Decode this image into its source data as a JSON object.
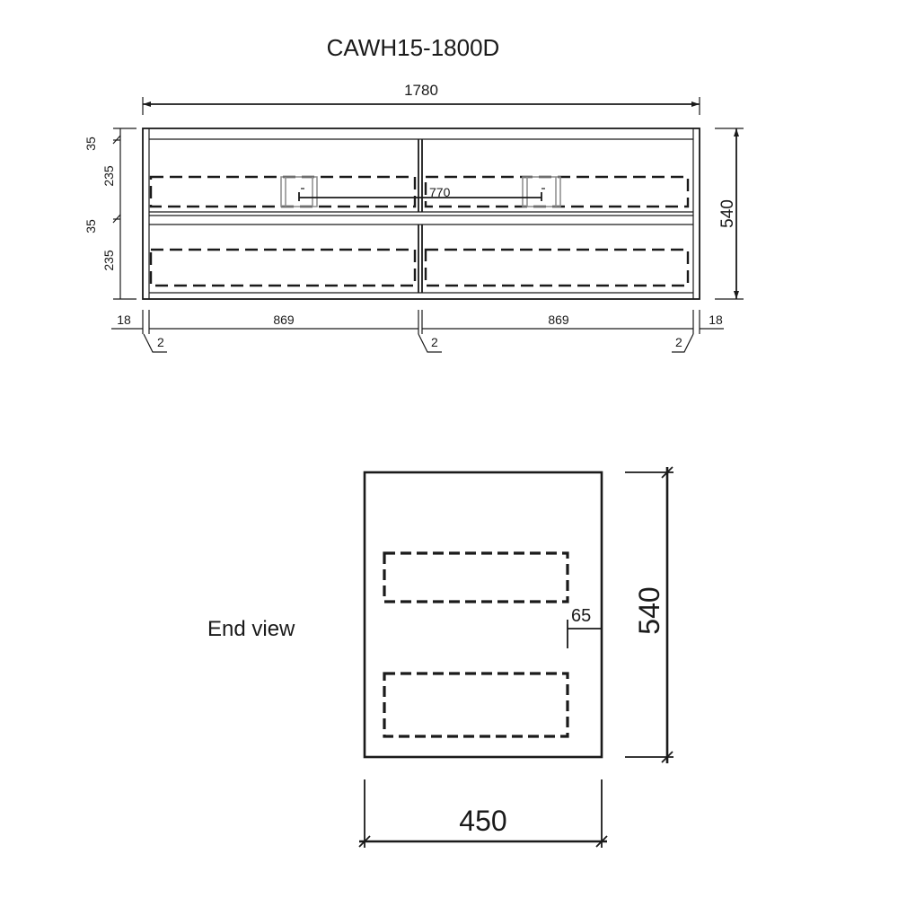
{
  "title": "CAWH15-1800D",
  "front_view": {
    "overall_width": "1780",
    "overall_height": "540",
    "top_rail_1": "35",
    "drawer_height_1": "235",
    "top_rail_2": "35",
    "drawer_height_2": "235",
    "side_left": "18",
    "side_right": "18",
    "drawer_width_left": "869",
    "drawer_width_right": "869",
    "gap_left": "2",
    "gap_center": "2",
    "gap_right": "2",
    "basin_spacing": "770"
  },
  "end_view": {
    "label": "End view",
    "height": "540",
    "depth": "450",
    "recess": "65"
  }
}
